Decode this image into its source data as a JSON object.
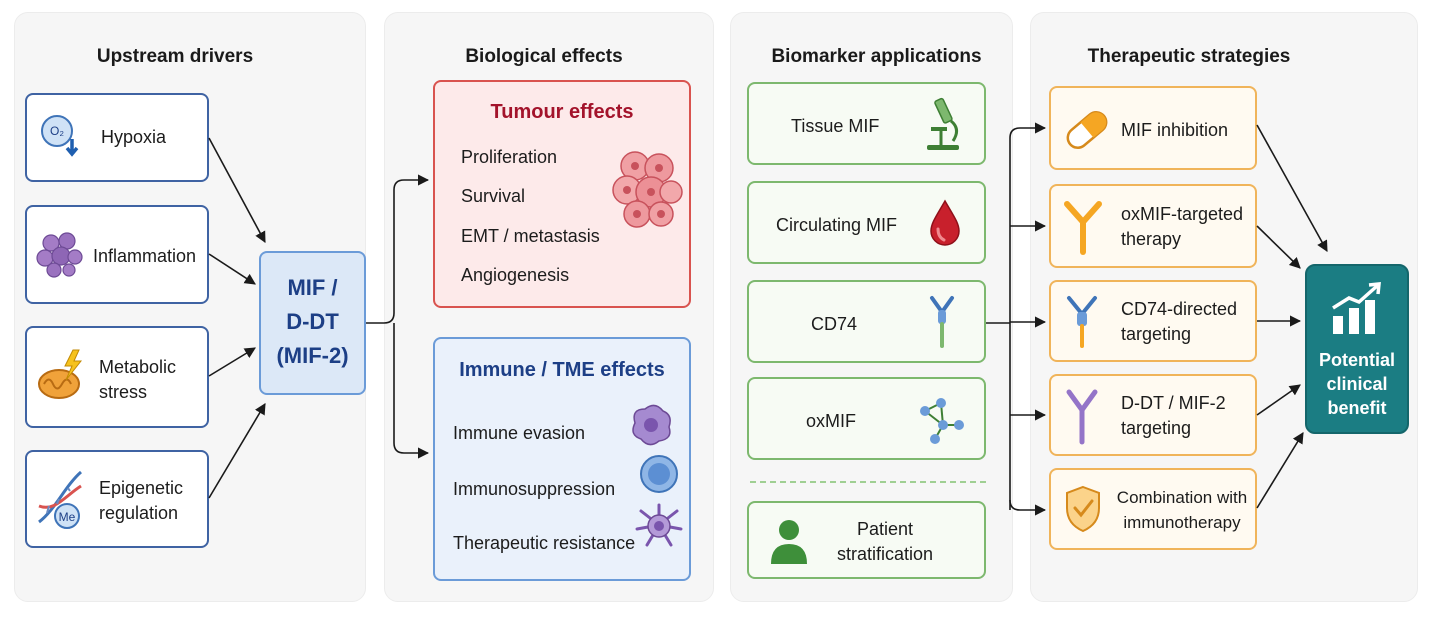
{
  "panels": {
    "upstream": {
      "title": "Upstream drivers",
      "items": [
        {
          "label": "Hypoxia",
          "icon": "oxygen-down-icon",
          "badge": "O₂"
        },
        {
          "label": "Inflammation",
          "icon": "cell-cluster-icon"
        },
        {
          "label": "Metabolic\nstress",
          "icon": "mitochondria-lightning-icon"
        },
        {
          "label": "Epigenetic\nregulation",
          "icon": "dna-methyl-icon",
          "badge": "Me"
        }
      ]
    },
    "hub": {
      "label": "MIF /\nD-DT\n(MIF-2)"
    },
    "biological": {
      "title": "Biological effects",
      "tumour": {
        "title": "Tumour effects",
        "items": [
          "Proliferation",
          "Survival",
          "EMT / metastasis",
          "Angiogenesis"
        ],
        "icon": "tumour-cells-icon"
      },
      "immune": {
        "title": "Immune / TME effects",
        "items": [
          "Immune evasion",
          "Immunosuppression",
          "Therapeutic resistance"
        ],
        "icons": [
          "macrophage-icon",
          "lymphocyte-icon",
          "dendritic-cell-icon"
        ]
      }
    },
    "biomarker": {
      "title": "Biomarker applications",
      "items": [
        {
          "label": "Tissue MIF",
          "icon": "microscope-icon"
        },
        {
          "label": "Circulating MIF",
          "icon": "blood-drop-icon"
        },
        {
          "label": "CD74",
          "icon": "receptor-icon"
        },
        {
          "label": "oxMIF",
          "icon": "molecule-icon"
        }
      ],
      "stratification": {
        "label": "Patient\nstratification",
        "icon": "patient-icon"
      }
    },
    "therapeutic": {
      "title": "Therapeutic strategies",
      "items": [
        {
          "label": "MIF inhibition",
          "icon": "pill-icon"
        },
        {
          "label": "oxMIF-targeted\ntherapy",
          "icon": "antibody-icon"
        },
        {
          "label": "CD74-directed\ntargeting",
          "icon": "antibody-blue-icon"
        },
        {
          "label": "D-DT / MIF-2\ntargeting",
          "icon": "antibody-purple-icon"
        },
        {
          "label": "Combination with\nimmunotherapy",
          "icon": "shield-check-icon"
        }
      ]
    },
    "outcome": {
      "label": "Potential\nclinical\nbenefit",
      "icon": "growth-chart-icon"
    }
  },
  "colors": {
    "navy": "#3f63a3",
    "hub_fill": "#dce8f7",
    "tumour_border": "#d9534f",
    "tumour_fill": "#fdeaea",
    "tumour_title": "#a3132b",
    "immune_border": "#6b9bd8",
    "immune_fill": "#eaf1fb",
    "immune_title": "#1d3f86",
    "green": "#7db86e",
    "orange": "#f0b45a",
    "teal": "#1b7d83"
  }
}
